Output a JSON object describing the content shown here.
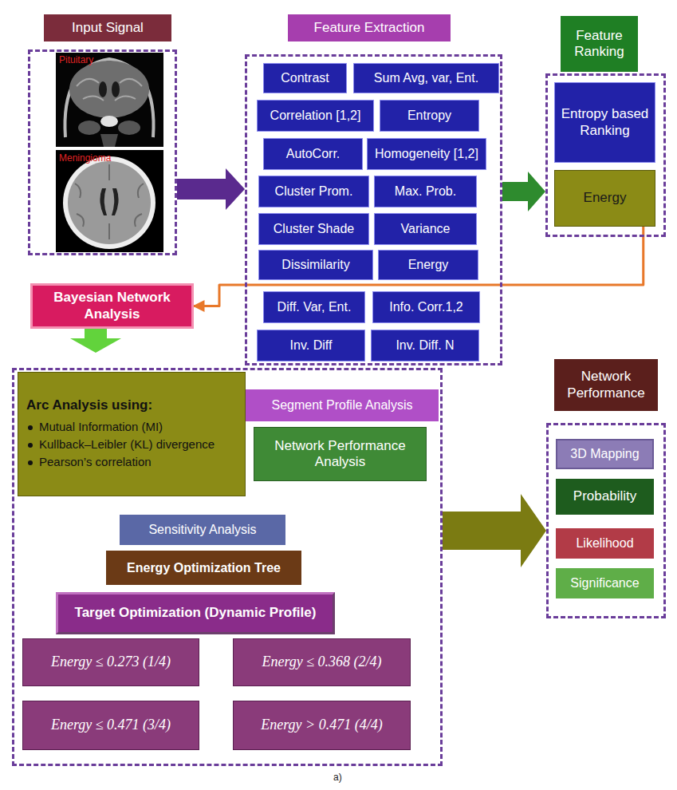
{
  "diagram": {
    "caption": "a)",
    "nodes": [
      {
        "text": [
          "Input Signal"
        ]
      },
      {
        "text": [
          "Feature Extraction"
        ]
      },
      {
        "text": [
          "Contrast"
        ],
        "in": 1
      },
      {
        "text": [
          "Sum Avg, var, Ent."
        ],
        "in": 1
      },
      {
        "text": [
          "Correlation [1,2]"
        ],
        "in": 1
      },
      {
        "text": [
          "Entropy"
        ],
        "in": 1
      },
      {
        "text": [
          "AutoCorr."
        ],
        "in": 1
      },
      {
        "text": [
          "Homogeneity [1,2]"
        ],
        "in": 1
      },
      {
        "text": [
          "Cluster Prom."
        ],
        "in": 1
      },
      {
        "text": [
          "Max. Prob."
        ],
        "in": 1
      },
      {
        "text": [
          "Cluster Shade"
        ],
        "in": 1
      },
      {
        "text": [
          "Variance"
        ],
        "in": 1
      },
      {
        "text": [
          "Dissimilarity"
        ],
        "in": 1
      },
      {
        "text": [
          "Energy"
        ],
        "in": 1
      },
      {
        "text": [
          "Diff. Var, Ent."
        ],
        "in": 1
      },
      {
        "text": [
          "Info. Corr.1,2"
        ],
        "in": 1
      },
      {
        "text": [
          "Inv. Diff"
        ],
        "in": 1
      },
      {
        "text": [
          "Inv. Diff. N"
        ],
        "in": 1
      },
      {
        "text": [
          "Feature Ranking"
        ]
      },
      {
        "text": [
          "Entropy based Ranking"
        ],
        "in": 18
      },
      {
        "text": [
          "Energy"
        ],
        "in": 18
      },
      {
        "text": [
          "Bayesian Network Analysis"
        ]
      },
      {
        "text": [
          "Arc Analysis using:",
          "Mutual Information (MI)",
          "Kullback–Leibler (KL) divergence",
          "Pearson’s correlation"
        ],
        "in": 21
      },
      {
        "text": [
          "Segment Profile Analysis"
        ],
        "in": 21
      },
      {
        "text": [
          "Network Performance Analysis"
        ],
        "in": 21
      },
      {
        "text": [
          "Sensitivity Analysis"
        ],
        "in": 21
      },
      {
        "text": [
          "Energy Optimization Tree"
        ],
        "in": 21
      },
      {
        "text": [
          "Target Optimization (Dynamic Profile)"
        ],
        "in": 21
      },
      {
        "text": [
          "Energy ≤ 0.273 (1/4)"
        ],
        "in": 21
      },
      {
        "text": [
          "Energy ≤ 0.368 (2/4)"
        ],
        "in": 21
      },
      {
        "text": [
          "Energy ≤ 0.471 (3/4)"
        ],
        "in": 21
      },
      {
        "text": [
          "Energy > 0.471 (4/4)"
        ],
        "in": 21
      },
      {
        "text": [
          "Network Performance"
        ]
      },
      {
        "text": [
          "3D Mapping"
        ],
        "in": 32
      },
      {
        "text": [
          "Probability"
        ],
        "in": 32
      },
      {
        "text": [
          "Likelihood"
        ],
        "in": 32
      },
      {
        "text": [
          "Significance"
        ],
        "in": 32
      }
    ],
    "edges": [
      {
        "from": 0,
        "to": 1,
        "arrow": "to"
      },
      {
        "from": 1,
        "to": 18,
        "arrow": "to"
      },
      {
        "from": 20,
        "to": 21,
        "arrow": "to"
      },
      {
        "from": 21,
        "to": 32,
        "arrow": "to"
      }
    ],
    "labels": [
      "Pituitary",
      "Meningioma"
    ]
  }
}
